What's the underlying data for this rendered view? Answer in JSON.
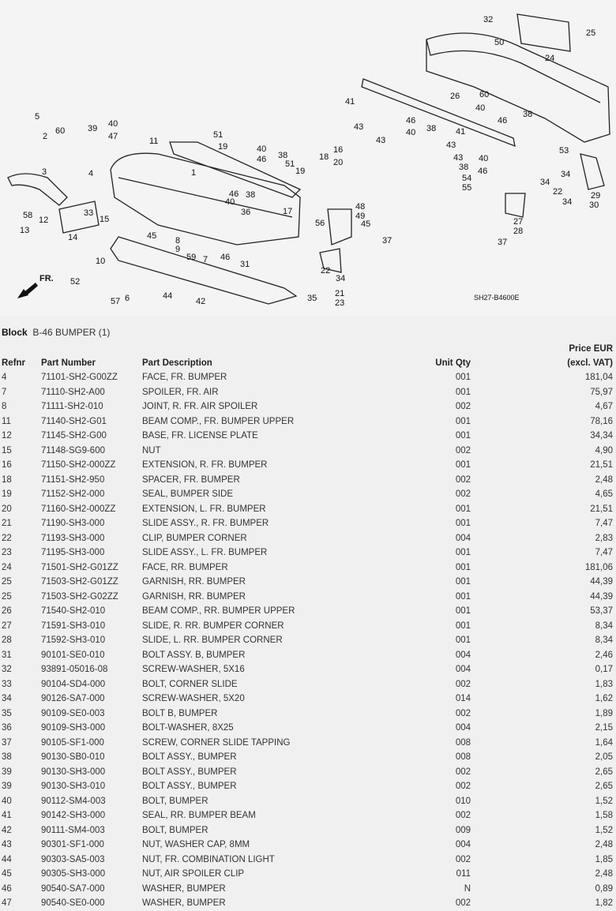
{
  "diagram": {
    "code": "SH27-B4600E",
    "direction": "FR.",
    "callouts": [
      "32",
      "25",
      "50",
      "24",
      "60",
      "40",
      "46",
      "38",
      "26",
      "41",
      "43",
      "46",
      "40",
      "38",
      "43",
      "41",
      "43",
      "43",
      "38",
      "46",
      "40",
      "54",
      "55",
      "34",
      "53",
      "29",
      "30",
      "22",
      "34",
      "34",
      "27",
      "28",
      "37",
      "5",
      "2",
      "60",
      "39",
      "40",
      "47",
      "3",
      "11",
      "51",
      "19",
      "40",
      "46",
      "38",
      "51",
      "19",
      "4",
      "1",
      "16",
      "20",
      "18",
      "46",
      "40",
      "38",
      "36",
      "17",
      "48",
      "49",
      "56",
      "45",
      "37",
      "33",
      "15",
      "12",
      "13",
      "14",
      "58",
      "45",
      "8",
      "9",
      "59",
      "7",
      "46",
      "31",
      "10",
      "52",
      "6",
      "57",
      "44",
      "42",
      "35",
      "22",
      "34",
      "21",
      "23"
    ]
  },
  "block": {
    "label": "Block",
    "name": "B-46 BUMPER (1)"
  },
  "table": {
    "headers": {
      "refnr": "Refnr",
      "part_number": "Part Number",
      "description": "Part Description",
      "qty": "Unit Qty",
      "price_top": "Price EUR",
      "price": "(excl. VAT)"
    },
    "rows": [
      [
        "4",
        "71101-SH2-G00ZZ",
        "FACE, FR. BUMPER",
        "001",
        "181,04"
      ],
      [
        "7",
        "71110-SH2-A00",
        "SPOILER, FR. AIR",
        "001",
        "75,97"
      ],
      [
        "8",
        "71111-SH2-010",
        "JOINT, R. FR. AIR SPOILER",
        "002",
        "4,67"
      ],
      [
        "11",
        "71140-SH2-G01",
        "BEAM COMP., FR. BUMPER UPPER",
        "001",
        "78,16"
      ],
      [
        "12",
        "71145-SH2-G00",
        "BASE, FR. LICENSE PLATE",
        "001",
        "34,34"
      ],
      [
        "15",
        "71148-SG9-600",
        "NUT",
        "002",
        "4,90"
      ],
      [
        "16",
        "71150-SH2-000ZZ",
        "EXTENSION, R. FR. BUMPER",
        "001",
        "21,51"
      ],
      [
        "18",
        "71151-SH2-950",
        "SPACER, FR. BUMPER",
        "002",
        "2,48"
      ],
      [
        "19",
        "71152-SH2-000",
        "SEAL, BUMPER SIDE",
        "002",
        "4,65"
      ],
      [
        "20",
        "71160-SH2-000ZZ",
        "EXTENSION, L. FR. BUMPER",
        "001",
        "21,51"
      ],
      [
        "21",
        "71190-SH3-000",
        "SLIDE ASSY., R. FR. BUMPER",
        "001",
        "7,47"
      ],
      [
        "22",
        "71193-SH3-000",
        "CLIP, BUMPER CORNER",
        "004",
        "2,83"
      ],
      [
        "23",
        "71195-SH3-000",
        "SLIDE ASSY., L. FR. BUMPER",
        "001",
        "7,47"
      ],
      [
        "24",
        "71501-SH2-G01ZZ",
        "FACE, RR. BUMPER",
        "001",
        "181,06"
      ],
      [
        "25",
        "71503-SH2-G01ZZ",
        "GARNISH, RR. BUMPER",
        "001",
        "44,39"
      ],
      [
        "25",
        "71503-SH2-G02ZZ",
        "GARNISH, RR. BUMPER",
        "001",
        "44,39"
      ],
      [
        "26",
        "71540-SH2-010",
        "BEAM COMP., RR. BUMPER UPPER",
        "001",
        "53,37"
      ],
      [
        "27",
        "71591-SH3-010",
        "SLIDE, R. RR. BUMPER CORNER",
        "001",
        "8,34"
      ],
      [
        "28",
        "71592-SH3-010",
        "SLIDE, L. RR. BUMPER CORNER",
        "001",
        "8,34"
      ],
      [
        "31",
        "90101-SE0-010",
        "BOLT ASSY. B, BUMPER",
        "004",
        "2,46"
      ],
      [
        "32",
        "93891-05016-08",
        "SCREW-WASHER, 5X16",
        "004",
        "0,17"
      ],
      [
        "33",
        "90104-SD4-000",
        "BOLT, CORNER SLIDE",
        "002",
        "1,83"
      ],
      [
        "34",
        "90126-SA7-000",
        "SCREW-WASHER, 5X20",
        "014",
        "1,62"
      ],
      [
        "35",
        "90109-SE0-003",
        "BOLT B, BUMPER",
        "002",
        "1,89"
      ],
      [
        "36",
        "90109-SH3-000",
        "BOLT-WASHER, 8X25",
        "004",
        "2,15"
      ],
      [
        "37",
        "90105-SF1-000",
        "SCREW, CORNER SLIDE TAPPING",
        "008",
        "1,64"
      ],
      [
        "38",
        "90130-SB0-010",
        "BOLT ASSY., BUMPER",
        "008",
        "2,05"
      ],
      [
        "39",
        "90130-SH3-000",
        "BOLT ASSY., BUMPER",
        "002",
        "2,65"
      ],
      [
        "39",
        "90130-SH3-010",
        "BOLT ASSY., BUMPER",
        "002",
        "2,65"
      ],
      [
        "40",
        "90112-SM4-003",
        "BOLT, BUMPER",
        "010",
        "1,52"
      ],
      [
        "41",
        "90142-SH3-000",
        "SEAL, RR. BUMPER BEAM",
        "002",
        "1,58"
      ],
      [
        "42",
        "90111-SM4-003",
        "BOLT, BUMPER",
        "009",
        "1,52"
      ],
      [
        "43",
        "90301-SF1-000",
        "NUT, WASHER CAP, 8MM",
        "004",
        "2,48"
      ],
      [
        "44",
        "90303-SA5-003",
        "NUT, FR. COMBINATION LIGHT",
        "002",
        "1,85"
      ],
      [
        "45",
        "90305-SH3-000",
        "NUT, AIR SPOILER CLIP",
        "011",
        "2,48"
      ],
      [
        "46",
        "90540-SA7-000",
        "WASHER, BUMPER",
        "N",
        "0,89"
      ],
      [
        "47",
        "90540-SE0-000",
        "WASHER, BUMPER",
        "002",
        "1,82"
      ]
    ]
  }
}
